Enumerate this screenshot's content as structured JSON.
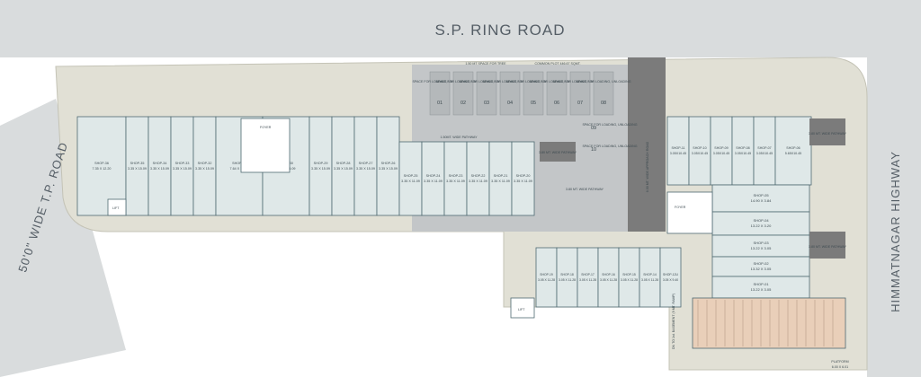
{
  "roads": {
    "north": "S.P. RING ROAD",
    "west": "50'0\" WIDE T.P. ROAD",
    "east": "HIMMATNAGAR HIGHWAY"
  },
  "notes": {
    "tree_space": "1.50 MT SPACE FOR TREE",
    "common_plot": "COMMON PLOT 446.67 SQMT.",
    "approach_road": "6.00 MT. WIDE APPROACH ROAD",
    "pathway": "1.50MT. WIDE PATHWAY",
    "loading": "SPACE FOR LOADING, UNLOADING",
    "foyer": "FOYER",
    "lift": "LIFT",
    "ramp": "DN TO 1st. BASEMENT (9 MT. RAMP)",
    "platform": "PLATFORM",
    "platform_size": "6.00 X 6.01",
    "toilet": "3.80 MT. WIDE PATHWAY"
  },
  "loading_bays": [
    "01",
    "02",
    "03",
    "04",
    "05",
    "06",
    "07",
    "08"
  ],
  "loading_bays_east": [
    "09",
    "10"
  ],
  "shops_top": [
    {
      "name": "SHOP-36",
      "size": "7.35 X 12.20"
    },
    {
      "name": "SHOP-35",
      "size": "3.35 X 15.09"
    },
    {
      "name": "SHOP-34",
      "size": "3.35 X 15.09"
    },
    {
      "name": "SHOP-33",
      "size": "3.35 X 15.09"
    },
    {
      "name": "SHOP-32",
      "size": "3.35 X 15.09"
    },
    {
      "name": "SHOP-31",
      "size": "7.64 X 15.09"
    },
    {
      "name": "SHOP-30",
      "size": "6.97 X 15.09"
    },
    {
      "name": "SHOP-29",
      "size": "3.35 X 15.09"
    },
    {
      "name": "SHOP-28",
      "size": "3.35 X 15.09"
    },
    {
      "name": "SHOP-27",
      "size": "3.35 X 15.09"
    },
    {
      "name": "SHOP-26",
      "size": "3.35 X 15.09"
    },
    {
      "name": "SHOP-25",
      "size": "3.35 X 11.09"
    },
    {
      "name": "SHOP-24",
      "size": "3.35 X 11.09"
    },
    {
      "name": "SHOP-23",
      "size": "3.35 X 11.09"
    },
    {
      "name": "SHOP-22",
      "size": "3.35 X 11.09"
    },
    {
      "name": "SHOP-21",
      "size": "3.35 X 11.09"
    },
    {
      "name": "SHOP-20",
      "size": "3.35 X 11.09"
    }
  ],
  "shops_east_row": [
    {
      "name": "SHOP-11",
      "size": "3.05X10.45"
    },
    {
      "name": "SHOP-10",
      "size": "3.05X10.45"
    },
    {
      "name": "SHOP-09",
      "size": "3.05X10.45"
    },
    {
      "name": "SHOP-08",
      "size": "3.05X10.45"
    },
    {
      "name": "SHOP-07",
      "size": "3.05X10.45"
    },
    {
      "name": "SHOP-06",
      "size": "5.65X10.45"
    }
  ],
  "shops_east_stack": [
    {
      "name": "SHOP-05",
      "size": "14.90 X 3.84"
    },
    {
      "name": "SHOP-04",
      "size": "13.22 X 3.20"
    },
    {
      "name": "SHOP-03",
      "size": "13.22 X 3.05"
    },
    {
      "name": "SHOP-02",
      "size": "13.32 X 3.05"
    },
    {
      "name": "SHOP-01",
      "size": "13.22 X 3.05"
    }
  ],
  "shops_bottom": [
    {
      "name": "SHOP-19",
      "size": "3.05 X 11.28"
    },
    {
      "name": "SHOP-18",
      "size": "3.05 X 11.28"
    },
    {
      "name": "SHOP-17",
      "size": "3.05 X 11.28"
    },
    {
      "name": "SHOP-16",
      "size": "3.05 X 11.28"
    },
    {
      "name": "SHOP-15",
      "size": "3.05 X 11.28"
    },
    {
      "name": "SHOP-14",
      "size": "3.05 X 11.28"
    },
    {
      "name": "SHOP-12U",
      "size": "3.05 X 9.40"
    }
  ],
  "colors": {
    "road": "#d9dcdd",
    "setback": "#e1e0d5",
    "shop": "#dfe8e8",
    "shop_line": "#4f6a72",
    "dark_block": "#7b7b7b",
    "paved": "#c3c6c8",
    "ramp": "#e9cfb9"
  }
}
